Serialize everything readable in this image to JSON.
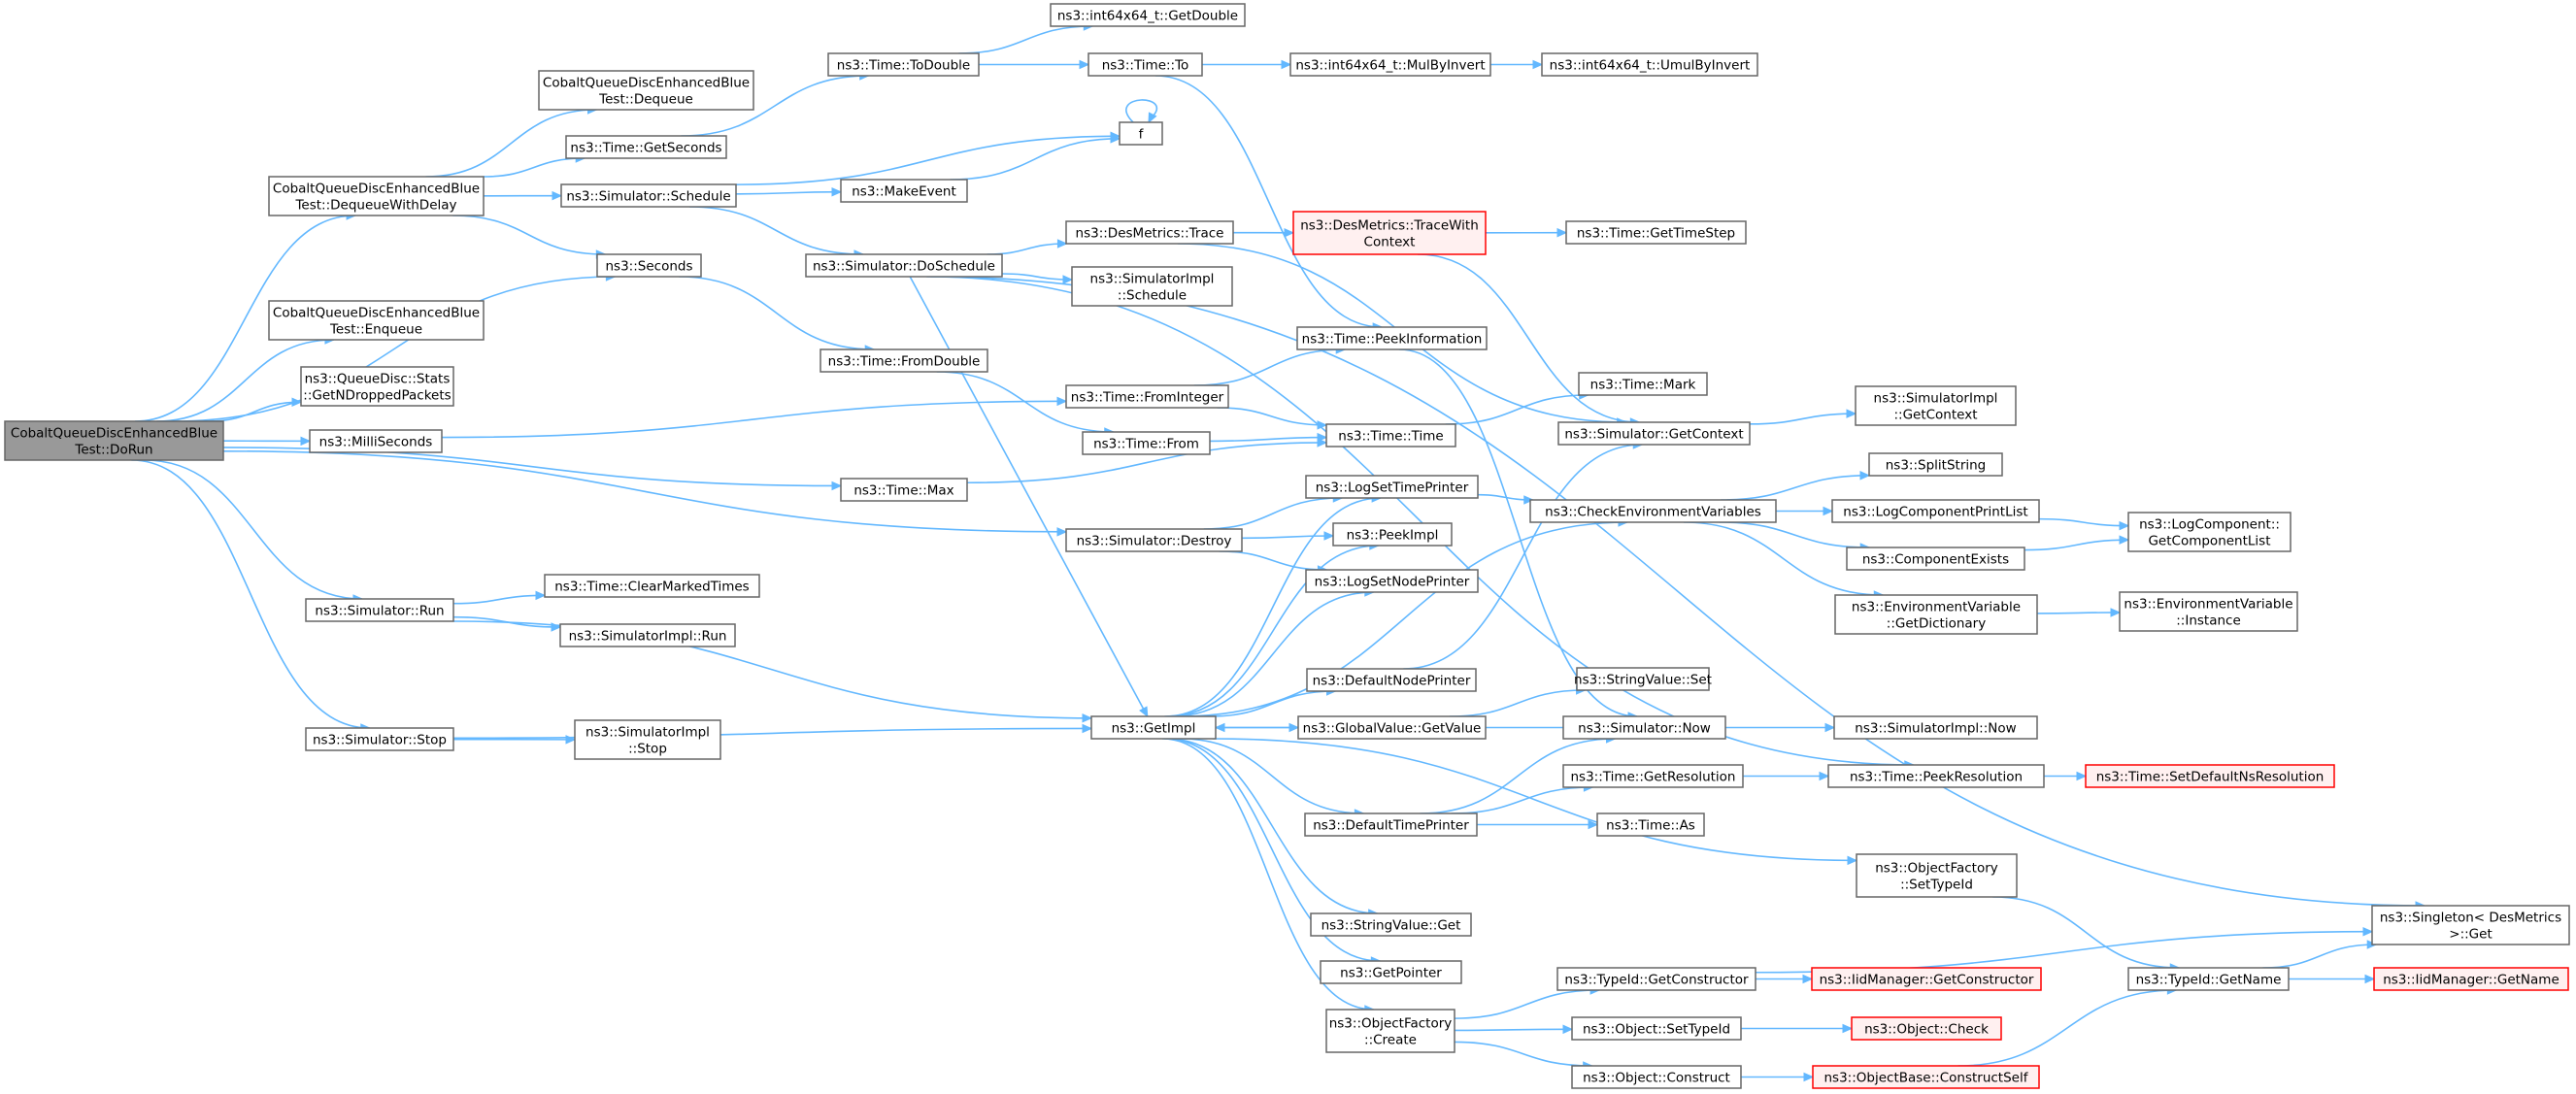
{
  "diagram": {
    "nodes": [
      {
        "id": "root",
        "lines": [
          "CobaltQueueDiscEnhancedBlue",
          "Test::DoRun"
        ],
        "style": "root"
      },
      {
        "id": "dqwd",
        "lines": [
          "CobaltQueueDiscEnhancedBlue",
          "Test::DequeueWithDelay"
        ]
      },
      {
        "id": "enq",
        "lines": [
          "CobaltQueueDiscEnhancedBlue",
          "Test::Enqueue"
        ]
      },
      {
        "id": "stats",
        "lines": [
          "ns3::QueueDisc::Stats",
          "::GetNDroppedPackets"
        ]
      },
      {
        "id": "milli",
        "lines": [
          "ns3::MilliSeconds"
        ]
      },
      {
        "id": "srun",
        "lines": [
          "ns3::Simulator::Run"
        ]
      },
      {
        "id": "sstop",
        "lines": [
          "ns3::Simulator::Stop"
        ]
      },
      {
        "id": "deq",
        "lines": [
          "CobaltQueueDiscEnhancedBlue",
          "Test::Dequeue"
        ]
      },
      {
        "id": "getsec",
        "lines": [
          "ns3::Time::GetSeconds"
        ]
      },
      {
        "id": "sched",
        "lines": [
          "ns3::Simulator::Schedule"
        ]
      },
      {
        "id": "seconds",
        "lines": [
          "ns3::Seconds"
        ]
      },
      {
        "id": "clearmt",
        "lines": [
          "ns3::Time::ClearMarkedTimes"
        ]
      },
      {
        "id": "simplrun",
        "lines": [
          "ns3::SimulatorImpl::Run"
        ]
      },
      {
        "id": "simplstop",
        "lines": [
          "ns3::SimulatorImpl",
          "::Stop"
        ]
      },
      {
        "id": "todouble",
        "lines": [
          "ns3::Time::ToDouble"
        ]
      },
      {
        "id": "makeevent",
        "lines": [
          "ns3::MakeEvent"
        ]
      },
      {
        "id": "dosched",
        "lines": [
          "ns3::Simulator::DoSchedule"
        ]
      },
      {
        "id": "fromdouble",
        "lines": [
          "ns3::Time::FromDouble"
        ]
      },
      {
        "id": "tmax",
        "lines": [
          "ns3::Time::Max"
        ]
      },
      {
        "id": "sdestroy",
        "lines": [
          "ns3::Simulator::Destroy"
        ]
      },
      {
        "id": "getimpl",
        "lines": [
          "ns3::GetImpl"
        ]
      },
      {
        "id": "getdouble",
        "lines": [
          "ns3::int64x64_t::GetDouble"
        ]
      },
      {
        "id": "tto",
        "lines": [
          "ns3::Time::To"
        ]
      },
      {
        "id": "f",
        "lines": [
          "f"
        ]
      },
      {
        "id": "dmtrace",
        "lines": [
          "ns3::DesMetrics::Trace"
        ]
      },
      {
        "id": "simplsched",
        "lines": [
          "ns3::SimulatorImpl",
          "::Schedule"
        ]
      },
      {
        "id": "fromint",
        "lines": [
          "ns3::Time::FromInteger"
        ]
      },
      {
        "id": "tfrom",
        "lines": [
          "ns3::Time::From"
        ]
      },
      {
        "id": "mulbyinv",
        "lines": [
          "ns3::int64x64_t::MulByInvert"
        ]
      },
      {
        "id": "umulbyinv",
        "lines": [
          "ns3::int64x64_t::UmulByInvert"
        ]
      },
      {
        "id": "tracewc",
        "lines": [
          "ns3::DesMetrics::TraceWith",
          "Context"
        ],
        "style": "red"
      },
      {
        "id": "peekinfo",
        "lines": [
          "ns3::Time::PeekInformation"
        ]
      },
      {
        "id": "ttime",
        "lines": [
          "ns3::Time::Time"
        ]
      },
      {
        "id": "logstp",
        "lines": [
          "ns3::LogSetTimePrinter"
        ]
      },
      {
        "id": "peekimpl",
        "lines": [
          "ns3::PeekImpl"
        ]
      },
      {
        "id": "logsnp",
        "lines": [
          "ns3::LogSetNodePrinter"
        ]
      },
      {
        "id": "defnp",
        "lines": [
          "ns3::DefaultNodePrinter"
        ]
      },
      {
        "id": "gvget",
        "lines": [
          "ns3::GlobalValue::GetValue"
        ]
      },
      {
        "id": "deftp",
        "lines": [
          "ns3::DefaultTimePrinter"
        ]
      },
      {
        "id": "svget",
        "lines": [
          "ns3::StringValue::Get"
        ]
      },
      {
        "id": "getptr",
        "lines": [
          "ns3::GetPointer"
        ]
      },
      {
        "id": "ofcreate",
        "lines": [
          "ns3::ObjectFactory",
          "::Create"
        ]
      },
      {
        "id": "gettimestep",
        "lines": [
          "ns3::Time::GetTimeStep"
        ]
      },
      {
        "id": "tmark",
        "lines": [
          "ns3::Time::Mark"
        ]
      },
      {
        "id": "getctx",
        "lines": [
          "ns3::Simulator::GetContext"
        ]
      },
      {
        "id": "checkenv",
        "lines": [
          "ns3::CheckEnvironmentVariables"
        ]
      },
      {
        "id": "svset",
        "lines": [
          "ns3::StringValue::Set"
        ]
      },
      {
        "id": "snow",
        "lines": [
          "ns3::Simulator::Now"
        ]
      },
      {
        "id": "getres",
        "lines": [
          "ns3::Time::GetResolution"
        ]
      },
      {
        "id": "tas",
        "lines": [
          "ns3::Time::As"
        ]
      },
      {
        "id": "tidgetc",
        "lines": [
          "ns3::TypeId::GetConstructor"
        ]
      },
      {
        "id": "objsettid",
        "lines": [
          "ns3::Object::SetTypeId"
        ]
      },
      {
        "id": "objconstr",
        "lines": [
          "ns3::Object::Construct"
        ]
      },
      {
        "id": "simplgetctx",
        "lines": [
          "ns3::SimulatorImpl",
          "::GetContext"
        ]
      },
      {
        "id": "splitstr",
        "lines": [
          "ns3::SplitString"
        ]
      },
      {
        "id": "logcpl",
        "lines": [
          "ns3::LogComponentPrintList"
        ]
      },
      {
        "id": "compexists",
        "lines": [
          "ns3::ComponentExists"
        ]
      },
      {
        "id": "envgetdict",
        "lines": [
          "ns3::EnvironmentVariable",
          "::GetDictionary"
        ]
      },
      {
        "id": "simplnow",
        "lines": [
          "ns3::SimulatorImpl::Now"
        ]
      },
      {
        "id": "peekres",
        "lines": [
          "ns3::Time::PeekResolution"
        ]
      },
      {
        "id": "ofsettid",
        "lines": [
          "ns3::ObjectFactory",
          "::SetTypeId"
        ]
      },
      {
        "id": "iidgetc",
        "lines": [
          "ns3::IidManager::GetConstructor"
        ],
        "style": "red"
      },
      {
        "id": "objcheck",
        "lines": [
          "ns3::Object::Check"
        ],
        "style": "red"
      },
      {
        "id": "obconstrself",
        "lines": [
          "ns3::ObjectBase::ConstructSelf"
        ],
        "style": "red"
      },
      {
        "id": "logcgcl",
        "lines": [
          "ns3::LogComponent::",
          "GetComponentList"
        ]
      },
      {
        "id": "envinst",
        "lines": [
          "ns3::EnvironmentVariable",
          "::Instance"
        ]
      },
      {
        "id": "setdefres",
        "lines": [
          "ns3::Time::SetDefaultNsResolution"
        ],
        "style": "red"
      },
      {
        "id": "tidgetname",
        "lines": [
          "ns3::TypeId::GetName"
        ]
      },
      {
        "id": "singleton",
        "lines": [
          "ns3::Singleton< DesMetrics",
          ">::Get"
        ]
      },
      {
        "id": "iidgetname",
        "lines": [
          "ns3::IidManager::GetName"
        ],
        "style": "red"
      }
    ],
    "edges": [
      [
        "root",
        "dqwd"
      ],
      [
        "root",
        "seconds"
      ],
      [
        "root",
        "enq"
      ],
      [
        "root",
        "stats"
      ],
      [
        "root",
        "milli"
      ],
      [
        "root",
        "tmax"
      ],
      [
        "root",
        "sdestroy"
      ],
      [
        "root",
        "srun"
      ],
      [
        "root",
        "sstop"
      ],
      [
        "dqwd",
        "deq"
      ],
      [
        "dqwd",
        "getsec"
      ],
      [
        "dqwd",
        "sched"
      ],
      [
        "dqwd",
        "seconds"
      ],
      [
        "getsec",
        "todouble"
      ],
      [
        "todouble",
        "getdouble"
      ],
      [
        "todouble",
        "tto"
      ],
      [
        "tto",
        "mulbyinv"
      ],
      [
        "mulbyinv",
        "umulbyinv"
      ],
      [
        "tto",
        "peekinfo"
      ],
      [
        "sched",
        "f"
      ],
      [
        "sched",
        "makeevent"
      ],
      [
        "sched",
        "dosched"
      ],
      [
        "makeevent",
        "f"
      ],
      [
        "f",
        "f"
      ],
      [
        "dosched",
        "dmtrace"
      ],
      [
        "dosched",
        "simplsched"
      ],
      [
        "dosched",
        "getimpl"
      ],
      [
        "dosched",
        "singleton"
      ],
      [
        "dosched",
        "peekres"
      ],
      [
        "dmtrace",
        "tracewc"
      ],
      [
        "dmtrace",
        "getctx"
      ],
      [
        "tracewc",
        "gettimestep"
      ],
      [
        "tracewc",
        "getctx"
      ],
      [
        "seconds",
        "fromdouble"
      ],
      [
        "fromdouble",
        "tfrom"
      ],
      [
        "milli",
        "fromint"
      ],
      [
        "fromint",
        "peekinfo"
      ],
      [
        "fromint",
        "ttime"
      ],
      [
        "tfrom",
        "ttime"
      ],
      [
        "tmax",
        "ttime"
      ],
      [
        "ttime",
        "tmark"
      ],
      [
        "peekinfo",
        "snow"
      ],
      [
        "sdestroy",
        "logstp"
      ],
      [
        "sdestroy",
        "peekimpl"
      ],
      [
        "sdestroy",
        "logsnp"
      ],
      [
        "srun",
        "clearmt"
      ],
      [
        "srun",
        "simplrun"
      ],
      [
        "srun",
        "getimpl"
      ],
      [
        "sstop",
        "simplstop"
      ],
      [
        "sstop",
        "getimpl"
      ],
      [
        "getimpl",
        "logstp"
      ],
      [
        "getimpl",
        "peekimpl"
      ],
      [
        "getimpl",
        "logsnp"
      ],
      [
        "getimpl",
        "defnp"
      ],
      [
        "getimpl",
        "gvget"
      ],
      [
        "getimpl",
        "deftp"
      ],
      [
        "getimpl",
        "svget"
      ],
      [
        "getimpl",
        "getptr"
      ],
      [
        "getimpl",
        "ofcreate"
      ],
      [
        "getimpl",
        "ofsettid"
      ],
      [
        "getimpl",
        "checkenv"
      ],
      [
        "logstp",
        "checkenv"
      ],
      [
        "defnp",
        "getctx"
      ],
      [
        "gvget",
        "svset"
      ],
      [
        "snow",
        "getimpl"
      ],
      [
        "snow",
        "simplnow"
      ],
      [
        "deftp",
        "getres"
      ],
      [
        "deftp",
        "tas"
      ],
      [
        "deftp",
        "snow"
      ],
      [
        "getres",
        "peekres"
      ],
      [
        "peekres",
        "setdefres"
      ],
      [
        "getctx",
        "simplgetctx"
      ],
      [
        "checkenv",
        "splitstr"
      ],
      [
        "checkenv",
        "logcpl"
      ],
      [
        "checkenv",
        "compexists"
      ],
      [
        "checkenv",
        "envgetdict"
      ],
      [
        "logcpl",
        "logcgcl"
      ],
      [
        "compexists",
        "logcgcl"
      ],
      [
        "envgetdict",
        "envinst"
      ],
      [
        "ofsettid",
        "tidgetname"
      ],
      [
        "ofcreate",
        "tidgetc"
      ],
      [
        "ofcreate",
        "objsettid"
      ],
      [
        "ofcreate",
        "objconstr"
      ],
      [
        "tidgetc",
        "iidgetc"
      ],
      [
        "tidgetc",
        "singleton"
      ],
      [
        "objsettid",
        "objcheck"
      ],
      [
        "objconstr",
        "obconstrself"
      ],
      [
        "obconstrself",
        "tidgetname"
      ],
      [
        "tidgetname",
        "singleton"
      ],
      [
        "tidgetname",
        "iidgetname"
      ]
    ],
    "colors": {
      "edge": "#63b8ff",
      "node_border": "#666666",
      "root_fill": "#999999",
      "red_border": "#ff0000",
      "red_fill": "#fff0f0"
    }
  }
}
